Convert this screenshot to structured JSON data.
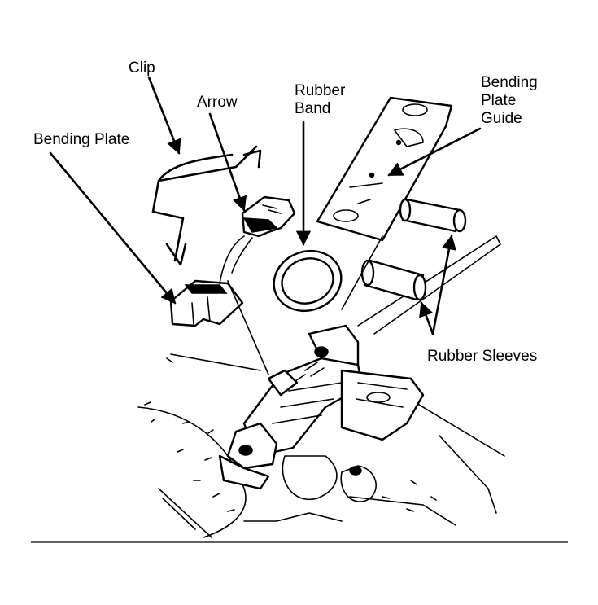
{
  "labels": {
    "clip": "Clip",
    "arrow": "Arrow",
    "rubber_band_1": "Rubber",
    "rubber_band_2": "Band",
    "bending_plate_guide_1": "Bending",
    "bending_plate_guide_2": "Plate",
    "bending_plate_guide_3": "Guide",
    "bending_plate": "Bending Plate",
    "rubber_sleeves": "Rubber Sleeves"
  },
  "colors": {
    "ink": "#000000",
    "paper": "#ffffff"
  }
}
